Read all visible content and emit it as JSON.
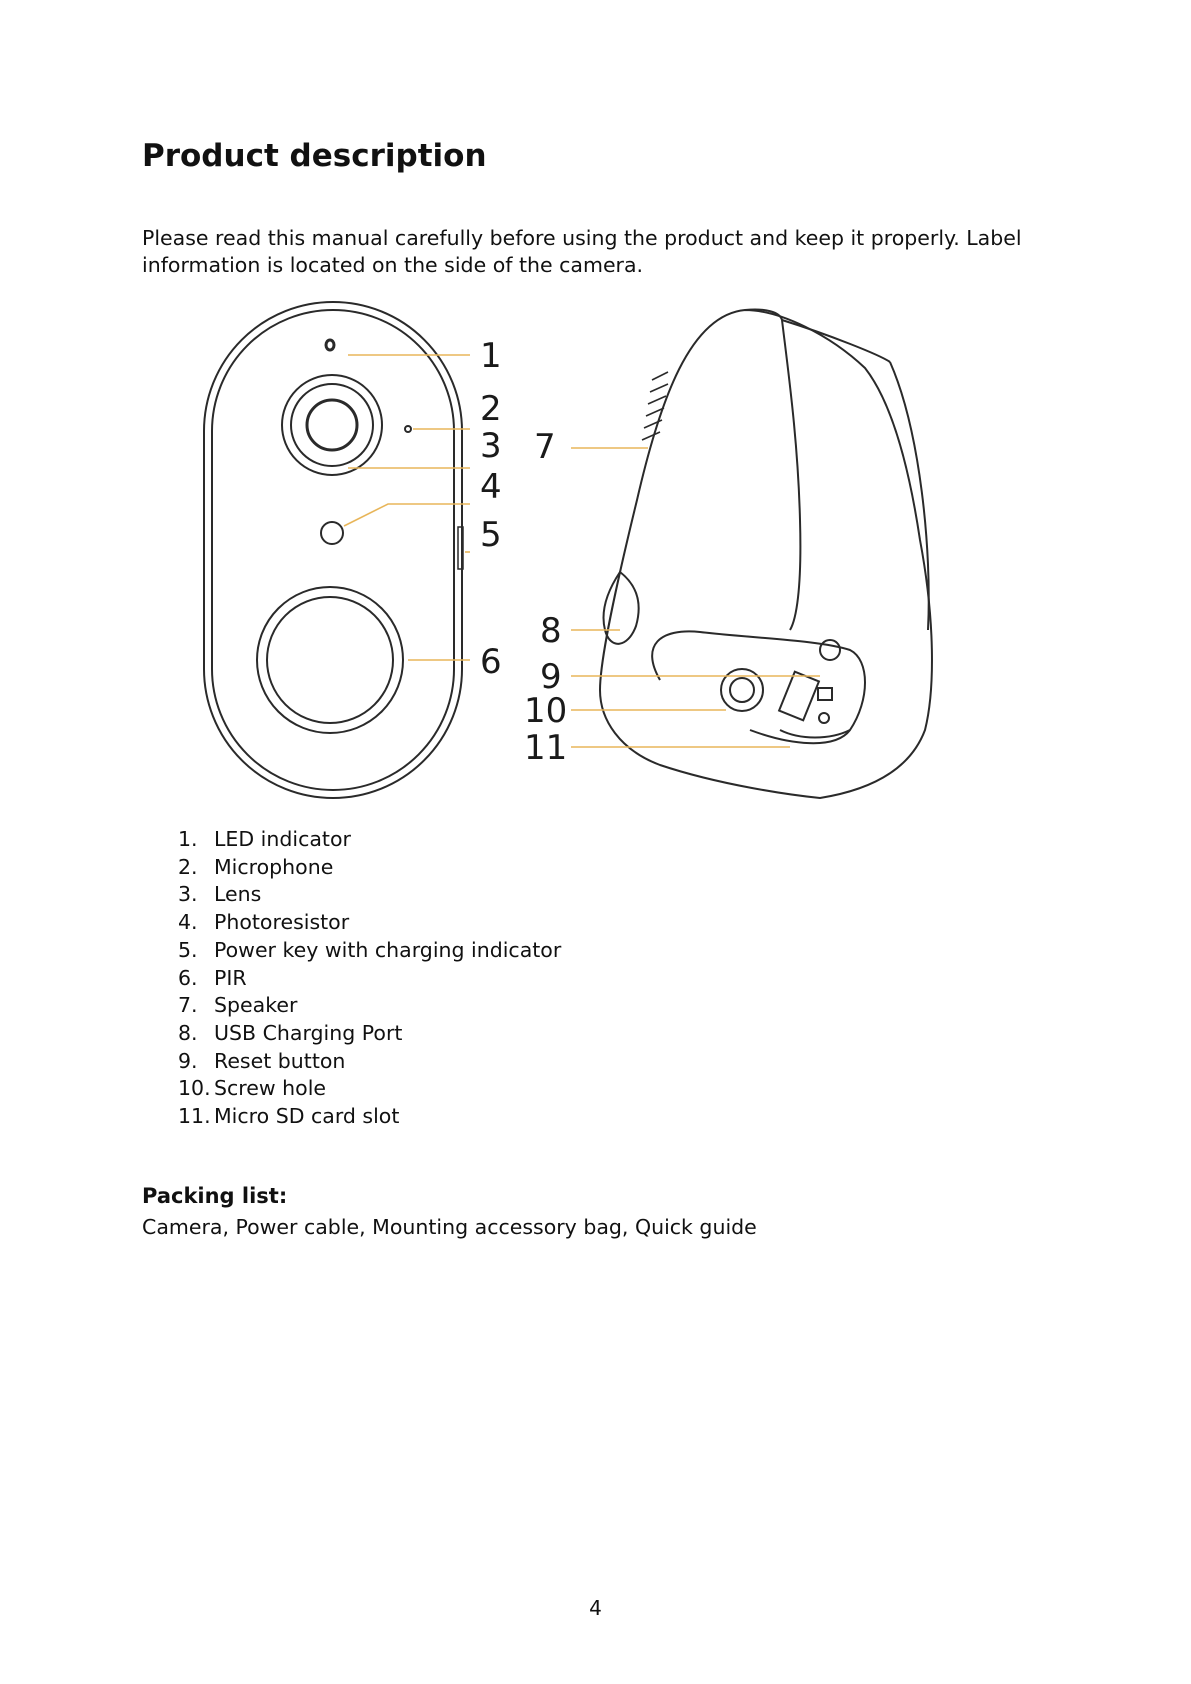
{
  "page": {
    "title": "Product description",
    "intro": "Please read this manual carefully before using the product and keep it properly. Label information is located on the side of the camera.",
    "page_number": "4"
  },
  "diagram": {
    "callouts": [
      "1",
      "2",
      "3",
      "4",
      "5",
      "6",
      "7",
      "8",
      "9",
      "10",
      "11"
    ],
    "leader_color": "#e8b65a",
    "outline_color": "#2a2a2a"
  },
  "parts": [
    {
      "num": "1.",
      "label": "LED indicator"
    },
    {
      "num": "2.",
      "label": "Microphone"
    },
    {
      "num": "3.",
      "label": "Lens"
    },
    {
      "num": "4.",
      "label": "Photoresistor"
    },
    {
      "num": "5.",
      "label": "Power key with charging indicator"
    },
    {
      "num": "6.",
      "label": "PIR"
    },
    {
      "num": "7.",
      "label": "Speaker"
    },
    {
      "num": "8.",
      "label": "USB Charging Port"
    },
    {
      "num": "9.",
      "label": "Reset button"
    },
    {
      "num": "10.",
      "label": "Screw hole"
    },
    {
      "num": "11.",
      "label": "Micro SD card slot"
    }
  ],
  "packing": {
    "heading": "Packing list:",
    "items": "Camera, Power cable, Mounting accessory bag, Quick guide"
  }
}
